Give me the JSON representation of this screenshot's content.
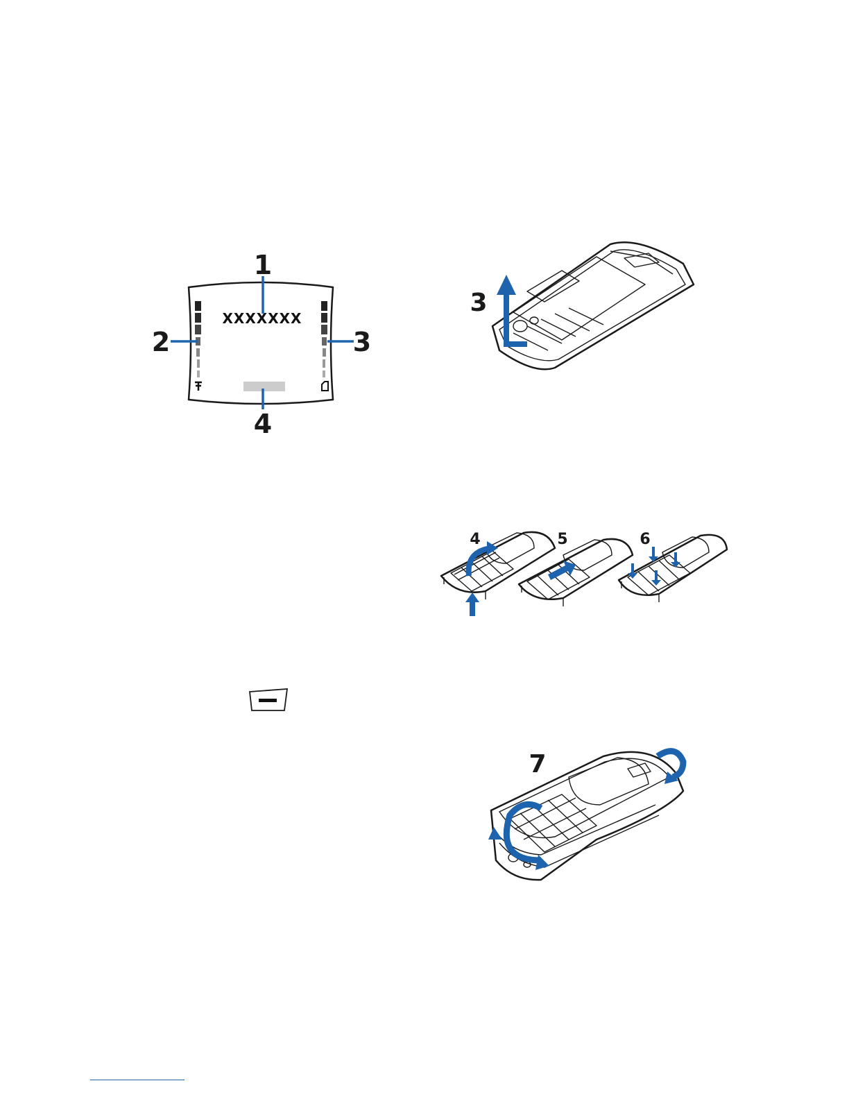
{
  "display_diagram": {
    "callouts": [
      "1",
      "2",
      "3",
      "4"
    ],
    "screen_text": "XXXXXXX"
  },
  "step_labels": {
    "step3": "3",
    "step4": "4",
    "step5": "5",
    "step6": "6",
    "step7": "7"
  },
  "colors": {
    "accent_blue": "#1d63ad",
    "line_art": "#1a1a1a",
    "softkey_gray": "#cccccc"
  },
  "icons": [
    "selection-key-icon"
  ]
}
